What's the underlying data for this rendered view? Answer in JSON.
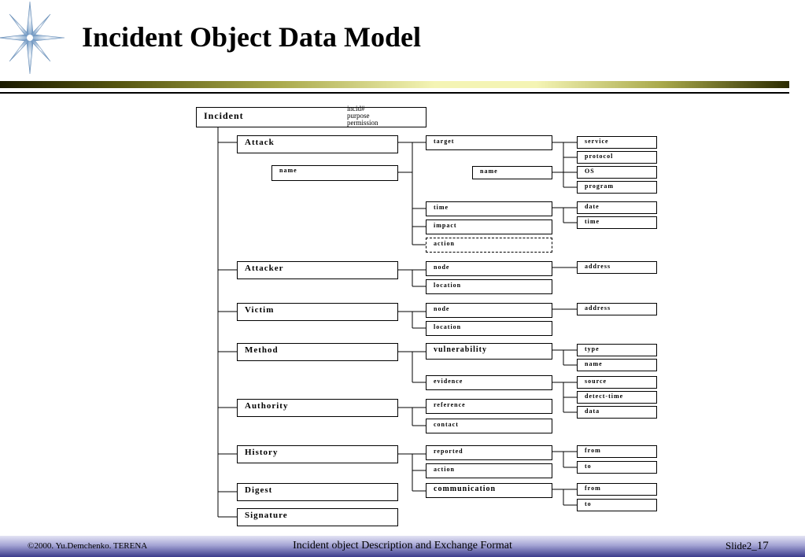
{
  "slide": {
    "title": "Incident Object Data Model",
    "footer_left": "©2000. Yu.Demchenko. TERENA",
    "footer_center": "Incident object Description and Exchange Format",
    "footer_right_prefix": "Slide2_",
    "footer_right_number": "17"
  },
  "diagram": {
    "incident": {
      "label": "Incident",
      "attributes": [
        "incid#",
        "purpose",
        "permission"
      ]
    },
    "attack": {
      "label": "Attack",
      "name": "name",
      "target": {
        "label": "target",
        "service": "service",
        "protocol": "protocol",
        "name": "name",
        "os": "OS",
        "program": "program"
      },
      "time": {
        "label": "time",
        "date": "date",
        "time": "time"
      },
      "impact": "impact",
      "action": "action"
    },
    "attacker": {
      "label": "Attacker",
      "node": "node",
      "address": "address",
      "location": "location"
    },
    "victim": {
      "label": "Victim",
      "node": "node",
      "address": "address",
      "location": "location"
    },
    "method": {
      "label": "Method",
      "vulnerability": {
        "label": "vulnerability",
        "type": "type",
        "name": "name"
      },
      "evidence": {
        "label": "evidence",
        "source": "source",
        "detect_time": "detect-time",
        "data": "data"
      }
    },
    "authority": {
      "label": "Authority",
      "reference": "reference",
      "contact": "contact"
    },
    "history": {
      "label": "History",
      "reported": {
        "label": "reported",
        "from": "from",
        "to": "to"
      },
      "action": "action",
      "communication": {
        "label": "communication",
        "from": "from",
        "to": "to"
      }
    },
    "digest": {
      "label": "Digest"
    },
    "signature": {
      "label": "Signature"
    }
  }
}
